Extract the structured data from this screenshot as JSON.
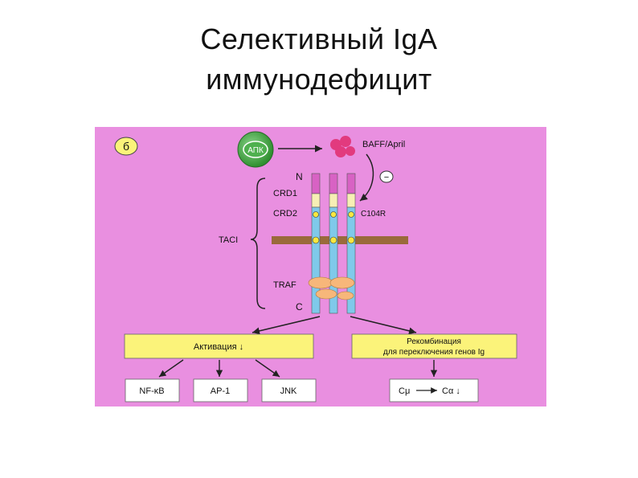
{
  "slide": {
    "title_line1": "Селективный IgA",
    "title_line2": "иммунодефицит"
  },
  "figure": {
    "panel_label": "б",
    "apc_label": "АПК",
    "ligand_label": "BAFF/April",
    "inhibition_sign": "−",
    "n_terminus": "N",
    "c_terminus": "C",
    "crd1": "CRD1",
    "crd2": "CRD2",
    "mutation": "C104R",
    "receptor": "TACI",
    "adaptor": "TRAF",
    "activation_box": "Активация ↓",
    "recombination_line1": "Рекомбинация",
    "recombination_line2": "для переключения генов Ig",
    "out_nfkb": "NF-κB",
    "out_ap1": "AP-1",
    "out_jnk": "JNK",
    "switch_from": "Cμ",
    "switch_to": "Cα ↓"
  },
  "colors": {
    "background": "#e98fe0",
    "yellow_box": "#fbf37a",
    "membrane": "#9a6a3b",
    "receptor_blue": "#7fc9ea",
    "receptor_magenta": "#d862c4",
    "receptor_cream": "#f7efb5",
    "traf": "#f7b77a",
    "ligand": "#e23a7e",
    "apc": "#3fae3f"
  }
}
